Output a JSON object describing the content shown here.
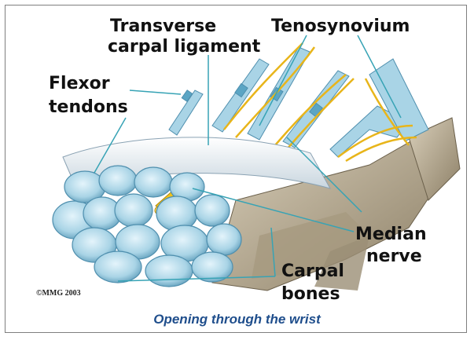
{
  "labels": {
    "transverse_line1": "Transverse",
    "transverse_line2": "carpal ligament",
    "tenosynovium": "Tenosynovium",
    "flexor_line1": "Flexor",
    "flexor_line2": "tendons",
    "median_line1": "Median",
    "median_line2": "nerve",
    "carpal_line1": "Carpal",
    "carpal_line2": "bones"
  },
  "copyright": "©MMG 2003",
  "caption": "Opening through the wrist",
  "colors": {
    "tendon": "#a9d4e6",
    "tendon_edge": "#4f8fae",
    "ligament": "#eef4f8",
    "nerve": "#f2c31a",
    "bone": "#b9ad95",
    "leader": "#37a3b5",
    "caption": "#1f4e8c"
  }
}
